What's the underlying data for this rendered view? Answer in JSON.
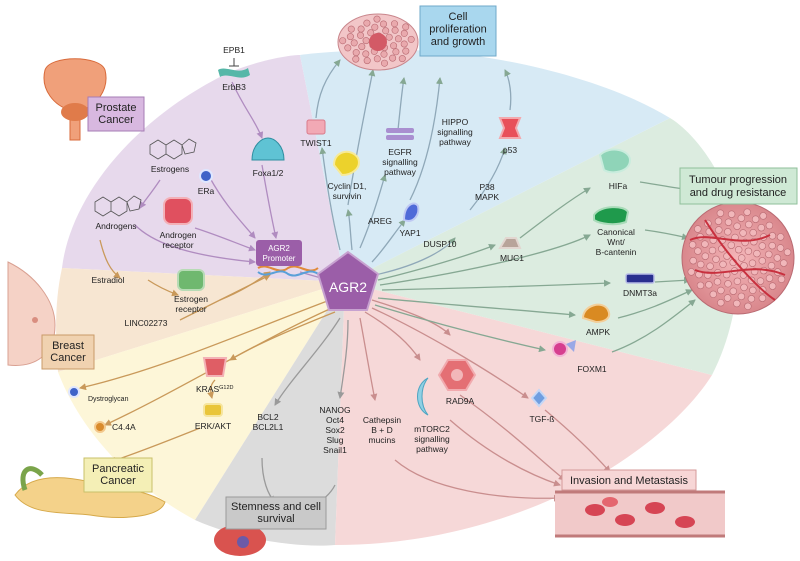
{
  "center": {
    "label": "AGR2"
  },
  "promoter": {
    "line1": "AGR2",
    "line2": "Promoter"
  },
  "regions": {
    "prostate": "Prostate\nCancer",
    "breast": "Breast\nCancer",
    "pancreatic": "Pancreatic\nCancer",
    "proliferation": "Cell\nproliferation\nand growth",
    "tumour": "Tumour progression\nand drug resistance",
    "invasion": "Invasion and Metastasis",
    "stemness": "Stemness and cell\nsurvival"
  },
  "prostate_items": {
    "epb1": "EPB1",
    "erbb3": "ErbB3",
    "estrogens": "Estrogens",
    "androgens": "Androgens",
    "era": "ERa",
    "foxa": "Foxa1/2",
    "androgen_receptor": "Androgen\nreceptor"
  },
  "breast_items": {
    "estradiol": "Estradiol",
    "estrogen_receptor": "Estrogen\nreceptor",
    "linc": "LINC02273"
  },
  "pancreatic_items": {
    "dystroglycan": "Dystroglycan",
    "c44a": "C4.4A",
    "kras": "KRAS",
    "kras_sup": "G12D",
    "erk": "ERK/AKT"
  },
  "stemness_items": {
    "bcl": "BCL2\nBCL2L1",
    "nanog": "NANOG\nOct4\nSox2\nSlug\nSnail1"
  },
  "invasion_items": {
    "cathepsin": "Cathepsin\nB + D\nmucins",
    "mtorc": "mTORC2\nsignalling\npathway",
    "rad9a": "RAD9A",
    "tgf": "TGF-ß"
  },
  "proliferation_items": {
    "twist": "TWIST1",
    "cyclin": "Cyclin D1,\nsurvivin",
    "egfr": "EGFR\nsignalling\npathway",
    "hippo": "HIPPO\nsignalling\npathway",
    "p53": "p53",
    "areg": "AREG",
    "yap1": "YAP1",
    "dusp10": "DUSP10",
    "p38": "P38\nMAPK"
  },
  "tumour_items": {
    "muc1": "MUC1",
    "hifa": "HIFa",
    "wnt": "Canonical\nWnt/\nB-cantenin",
    "dnmt": "DNMT3a",
    "ampk": "AMPK",
    "foxm1": "FOXM1"
  },
  "colors": {
    "prostate": "#e7d9ec",
    "breast": "#f7e6d2",
    "pancreatic": "#fdf6d8",
    "stemness": "#dcdcdc",
    "invasion": "#f6d8d8",
    "proliferation": "#d7eaf5",
    "tumour": "#dcece0",
    "center": "#9b5ea8",
    "arrow": "#8fae9a"
  }
}
